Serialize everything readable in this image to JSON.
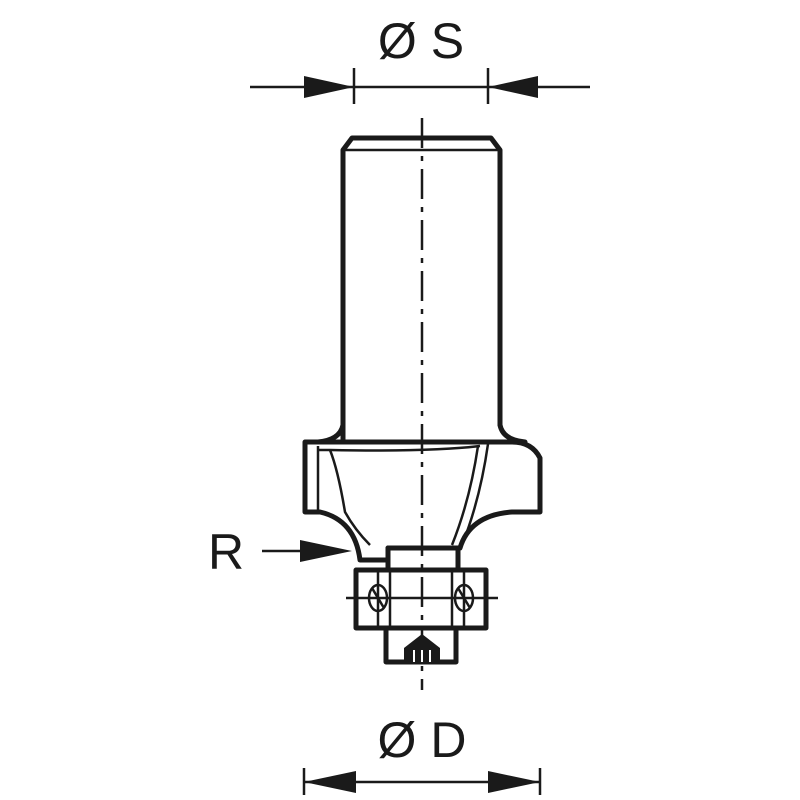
{
  "labels": {
    "shank_diameter": "Ø S",
    "cutting_diameter": "Ø D",
    "radius": "R"
  },
  "icons": [
    "router-bit-icon",
    "bearing-icon"
  ],
  "colors": {
    "line": "#1a1a1a",
    "background": "#ffffff"
  }
}
